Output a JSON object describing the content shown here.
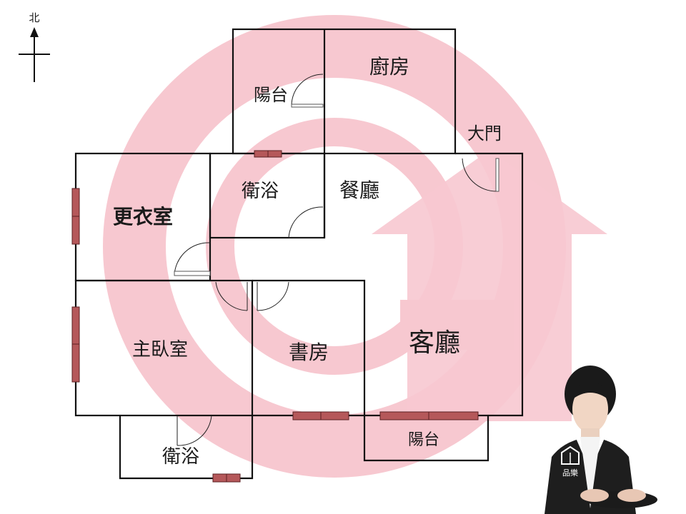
{
  "compass": {
    "north_label": "北"
  },
  "rooms": {
    "kitchen": "廚房",
    "front_balcony": "陽台",
    "front_door": "大門",
    "bath_upper": "衛浴",
    "dining": "餐廳",
    "walk_in_closet": "更衣室",
    "master_bedroom": "主臥室",
    "study": "書房",
    "living_room": "客廳",
    "bath_lower": "衛浴",
    "rear_balcony": "陽台"
  },
  "agent": {
    "logo_text": "品樂"
  },
  "colors": {
    "watermark": "#f7c8d0",
    "window": "#b5585a",
    "wall": "#111111"
  }
}
